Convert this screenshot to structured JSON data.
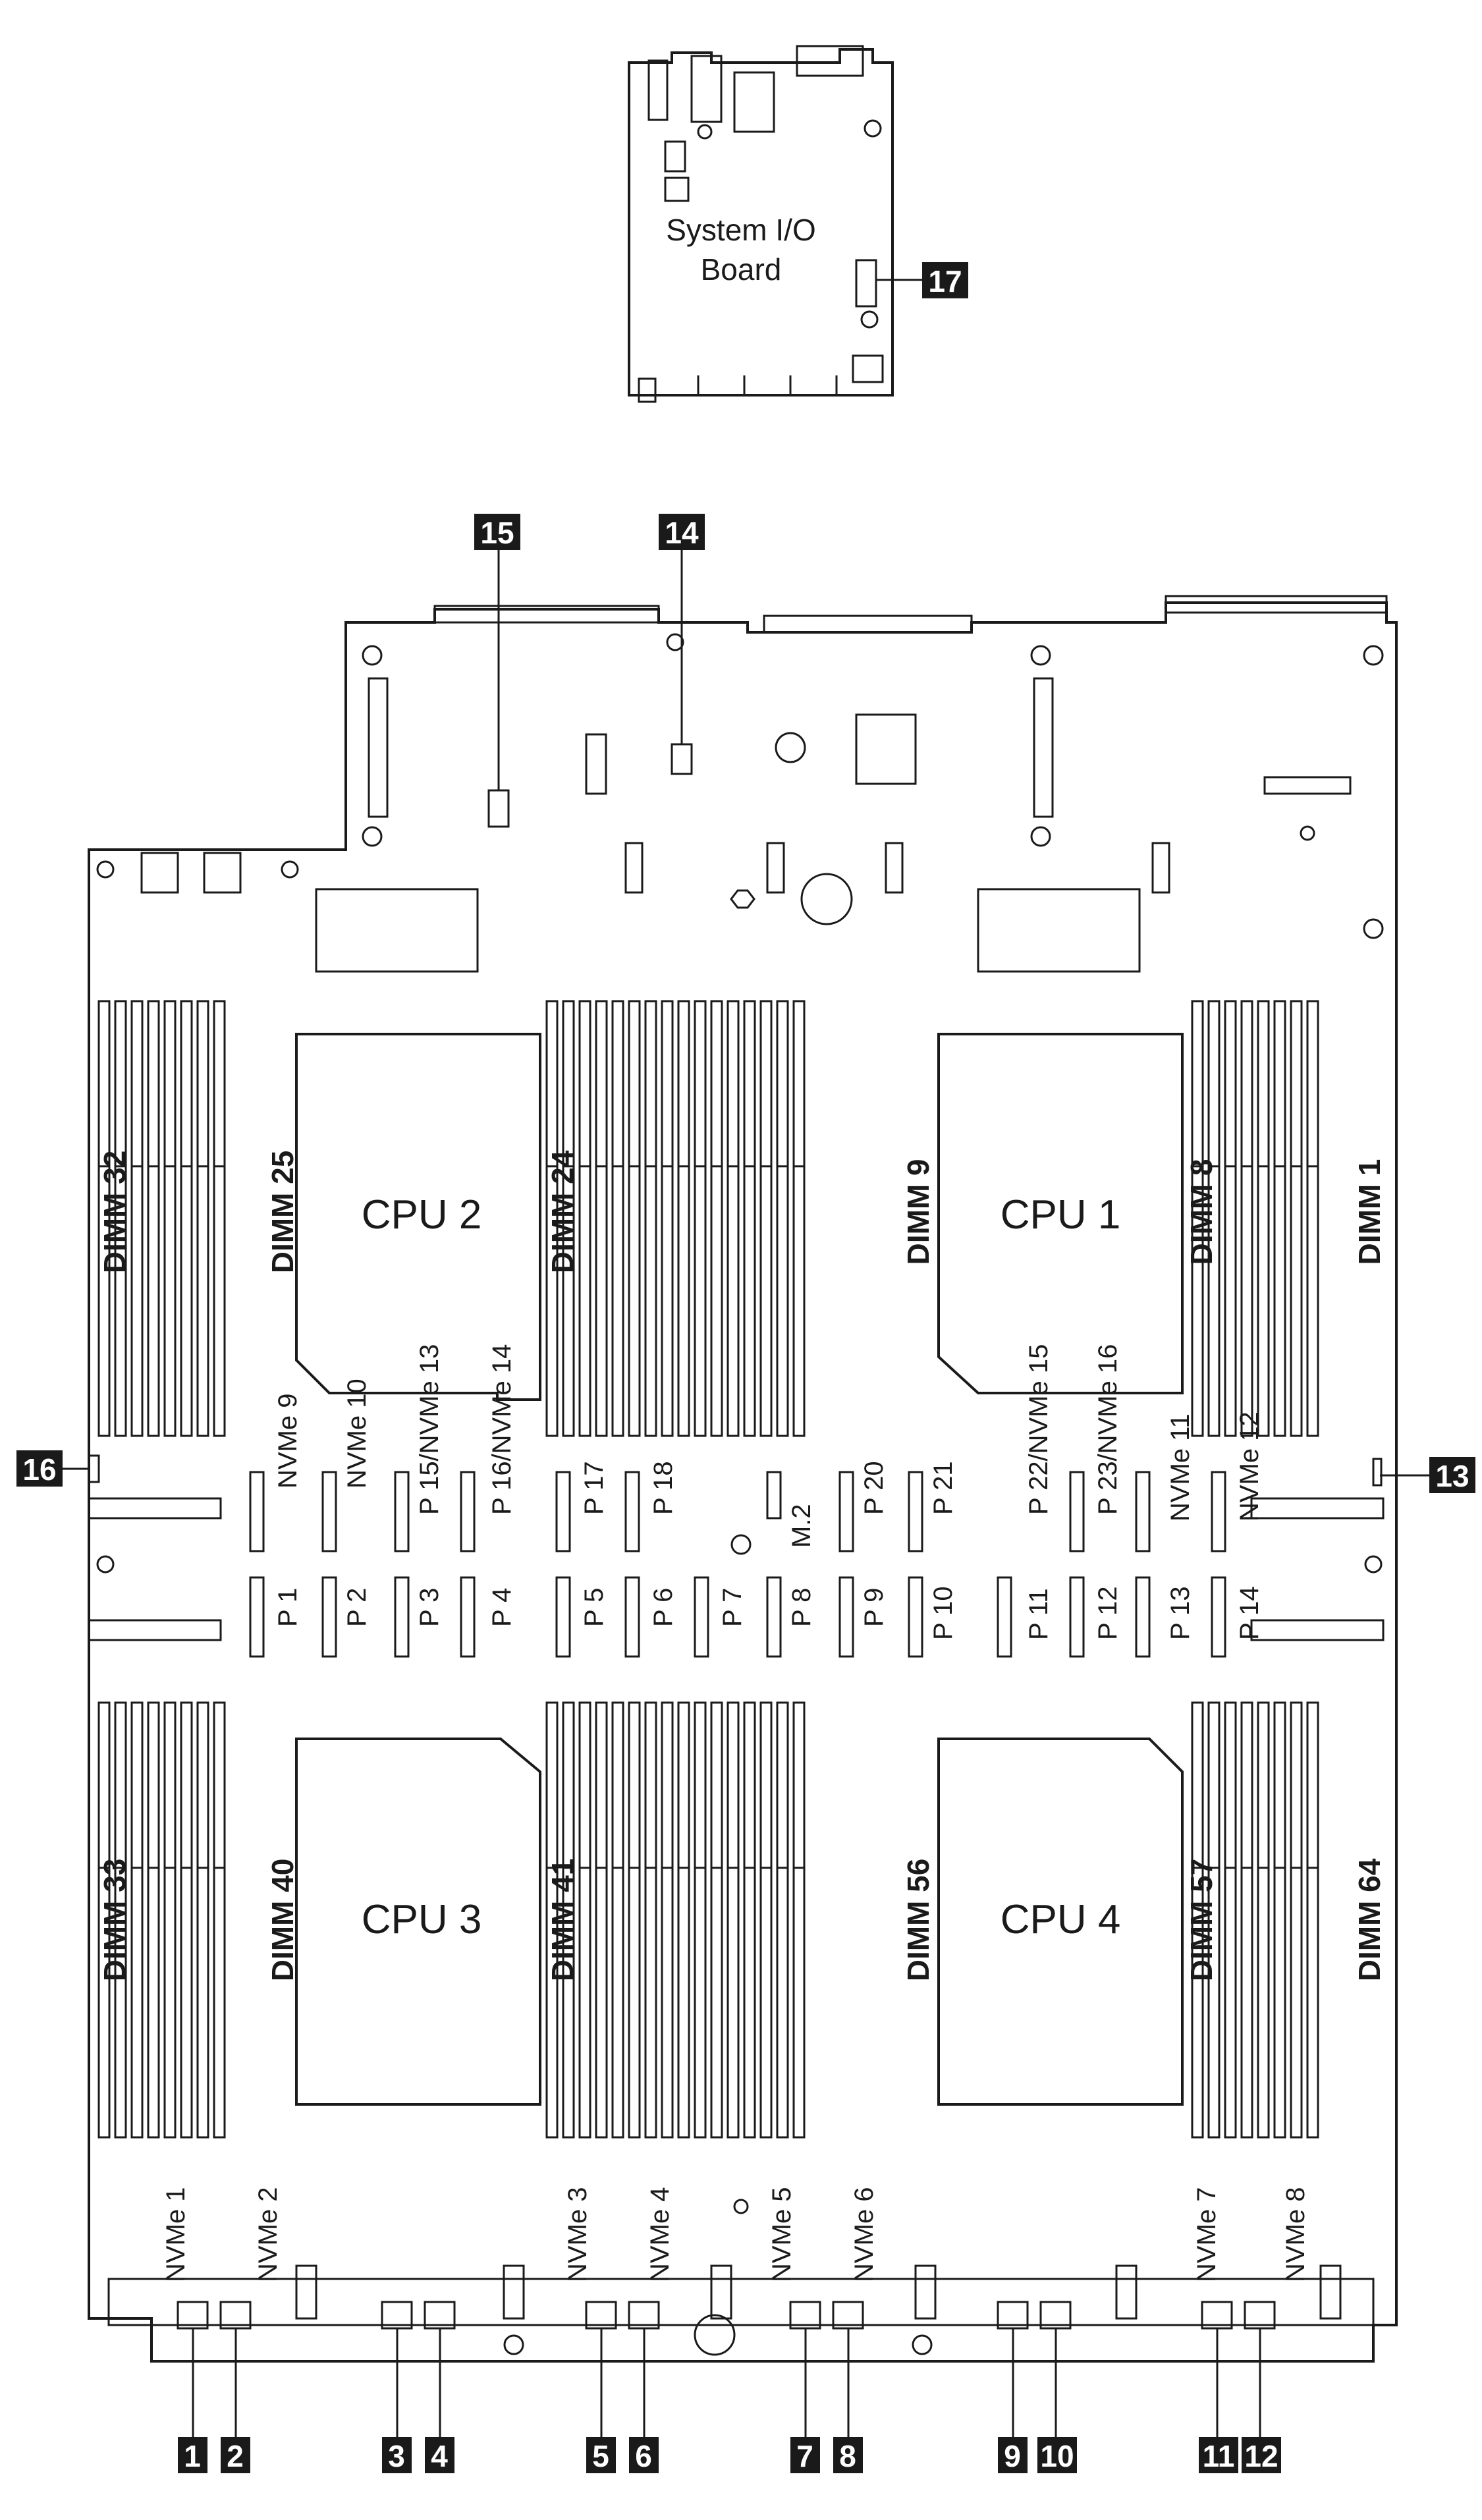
{
  "io_board": {
    "title_line1": "System I/O",
    "title_line2": "Board"
  },
  "cpus": [
    "CPU 2",
    "CPU 1",
    "CPU 3",
    "CPU 4"
  ],
  "dimm_labels": {
    "top": [
      "DIMM 32",
      "DIMM 25",
      "DIMM 24",
      "DIMM 9",
      "DIMM 8",
      "DIMM 1"
    ],
    "bottom": [
      "DIMM 33",
      "DIMM 40",
      "DIMM 41",
      "DIMM 56",
      "DIMM 57",
      "DIMM 64"
    ]
  },
  "pcie_top_row": [
    "NVMe 9",
    "NVMe 10",
    "P 15/NVMe 13",
    "P 16/NVMe 14",
    "P 17",
    "P 18",
    "M.2",
    "P 20",
    "P 21",
    "P 22/NVMe 15",
    "P 23/NVMe 16",
    "NVMe 11",
    "NVMe 12"
  ],
  "pcie_bottom_row": [
    "P 1",
    "P 2",
    "P 3",
    "P 4",
    "P 5",
    "P 6",
    "P 7",
    "P 8",
    "P 9",
    "P 10",
    "P 11",
    "P 12",
    "P 13",
    "P 14"
  ],
  "nvme_power_labels": [
    "NVMe 1",
    "NVMe 2",
    "NVMe 3",
    "NVMe 4",
    "NVMe 5",
    "NVMe 6",
    "NVMe 7",
    "NVMe 8"
  ],
  "callouts": [
    "1",
    "2",
    "3",
    "4",
    "5",
    "6",
    "7",
    "8",
    "9",
    "10",
    "11",
    "12",
    "13",
    "14",
    "15",
    "16",
    "17"
  ]
}
